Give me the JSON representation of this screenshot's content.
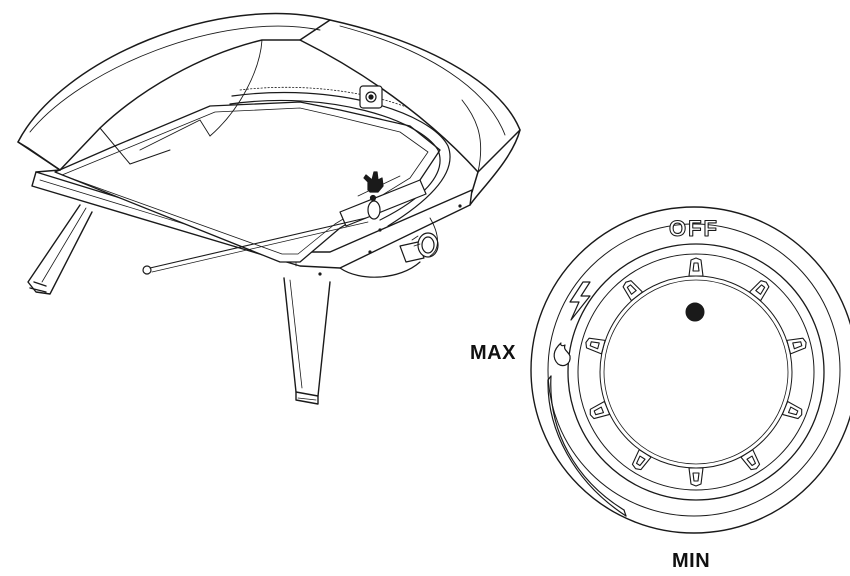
{
  "labels": {
    "max": "MAX",
    "min": "MIN",
    "off": "OFF"
  },
  "icons": [
    "lightning-icon",
    "flame-icon",
    "hand-pointer-icon"
  ],
  "colors": {
    "line": "#1a1a1a",
    "background": "#ffffff"
  }
}
